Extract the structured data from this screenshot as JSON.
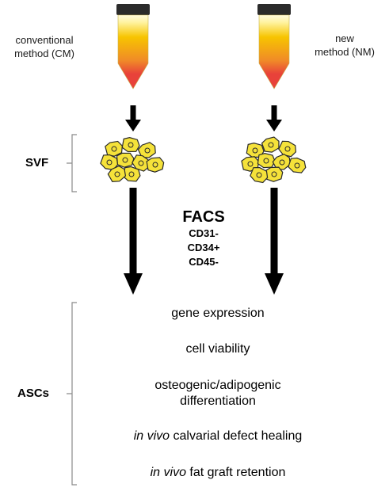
{
  "tubes": {
    "left_label_line1": "conventional",
    "left_label_line2": "method (CM)",
    "right_label_line1": "new",
    "right_label_line2": "method (NM)"
  },
  "stages": {
    "svf": "SVF",
    "ascs": "ASCs"
  },
  "facs": {
    "title": "FACS",
    "markers": [
      "CD31-",
      "CD34+",
      "CD45-"
    ]
  },
  "assays": {
    "gene_expression": "gene expression",
    "cell_viability": "cell viability",
    "differentiation_line1": "osteogenic/adipogenic",
    "differentiation_line2": "differentiation",
    "calvarial_prefix": "in vivo",
    "calvarial_rest": " calvarial defect healing",
    "fat_graft_prefix": "in vivo",
    "fat_graft_rest": " fat graft retention"
  },
  "colors": {
    "tube_top": "#fffbe0",
    "tube_yellow": "#f7c400",
    "tube_orange": "#f08a28",
    "tube_red": "#e8423a",
    "cap": "#2b2b2b",
    "cell_fill": "#f5e23a",
    "cell_stroke": "#2a2a2a",
    "arrow": "#000000",
    "bracket": "#8a8a8a"
  }
}
